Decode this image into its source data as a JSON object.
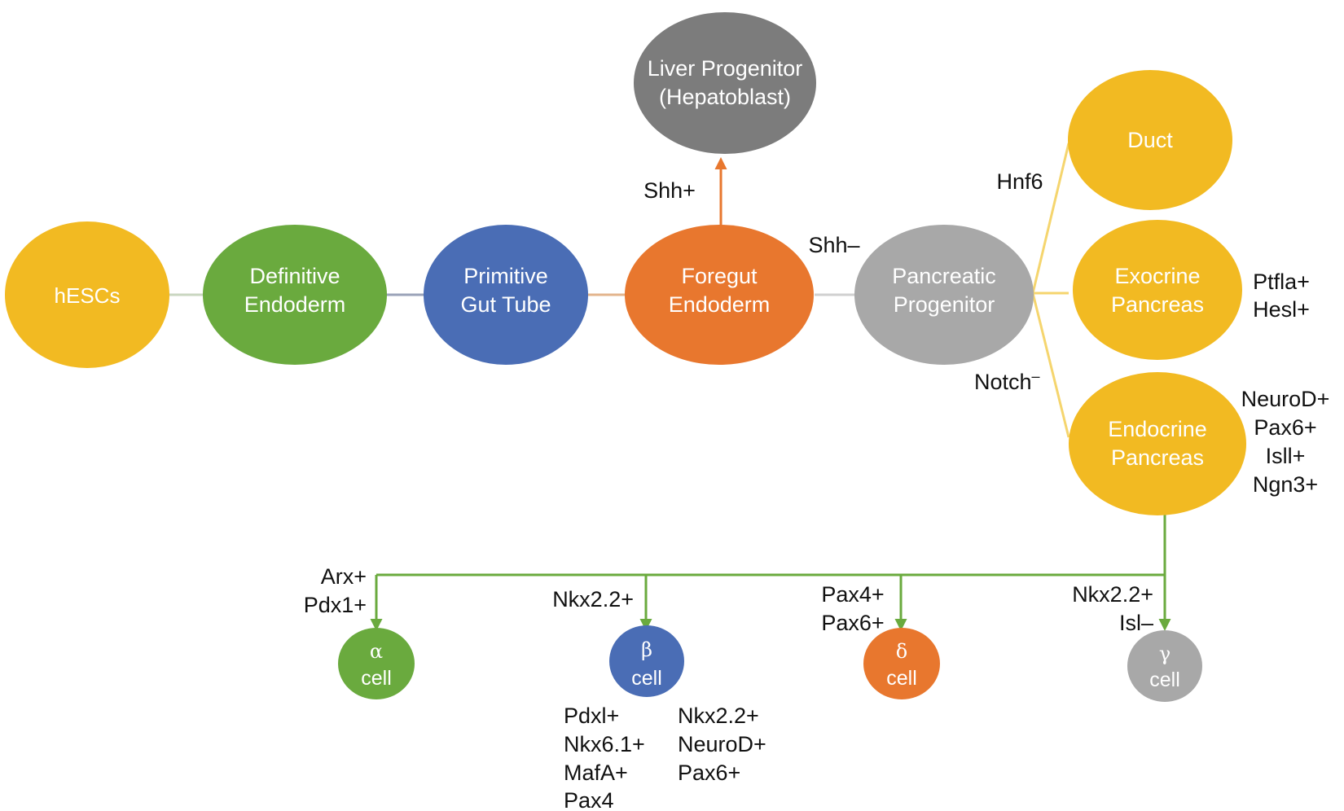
{
  "colors": {
    "yellow": "#F2BA22",
    "green": "#6AAA3E",
    "blue": "#4A6DB5",
    "orange": "#E8772E",
    "light_gray": "#A8A8A8",
    "dark_gray": "#7C7C7C",
    "arrow_green": "#6AAA3E",
    "arrow_orange": "#E8772E",
    "connector_yellow": "#F5D56E"
  },
  "nodes": {
    "hescs": {
      "line1": "hESCs"
    },
    "definitive_endoderm": {
      "line1": "Definitive",
      "line2": "Endoderm"
    },
    "primitive_gut_tube": {
      "line1": "Primitive",
      "line2": "Gut Tube"
    },
    "foregut_endoderm": {
      "line1": "Foregut",
      "line2": "Endoderm"
    },
    "liver_progenitor": {
      "line1": "Liver Progenitor",
      "line2": "(Hepatoblast)"
    },
    "pancreatic_progenitor": {
      "line1": "Pancreatic",
      "line2": "Progenitor"
    },
    "duct": {
      "line1": "Duct"
    },
    "exocrine_pancreas": {
      "line1": "Exocrine",
      "line2": "Pancreas"
    },
    "endocrine_pancreas": {
      "line1": "Endocrine",
      "line2": "Pancreas"
    },
    "alpha_cell": {
      "symbol": "α",
      "line2": "cell"
    },
    "beta_cell": {
      "symbol": "β",
      "line2": "cell"
    },
    "delta_cell": {
      "symbol": "δ",
      "line2": "cell"
    },
    "gamma_cell": {
      "symbol": "γ",
      "line2": "cell"
    }
  },
  "labels": {
    "shh_plus": "Shh+",
    "shh_minus": "Shh–",
    "hnf6": "Hnf6",
    "notch_base": "Notch",
    "notch_sup": "–",
    "exocrine_markers": [
      "Ptfla+",
      "Hesl+"
    ],
    "endocrine_markers": [
      "NeuroD+",
      "Pax6+",
      "Isll+",
      "Ngn3+"
    ],
    "alpha_markers": [
      "Arx+",
      "Pdx1+"
    ],
    "beta_marker": [
      "Nkx2.2+"
    ],
    "delta_markers": [
      "Pax4+",
      "Pax6+"
    ],
    "gamma_markers": [
      "Nkx2.2+",
      "Isl–"
    ],
    "beta_markers_left": [
      "Pdxl+",
      "Nkx6.1+",
      "MafA+",
      "Pax4"
    ],
    "beta_markers_right": [
      "Nkx2.2+",
      "NeuroD+",
      "Pax6+"
    ]
  }
}
